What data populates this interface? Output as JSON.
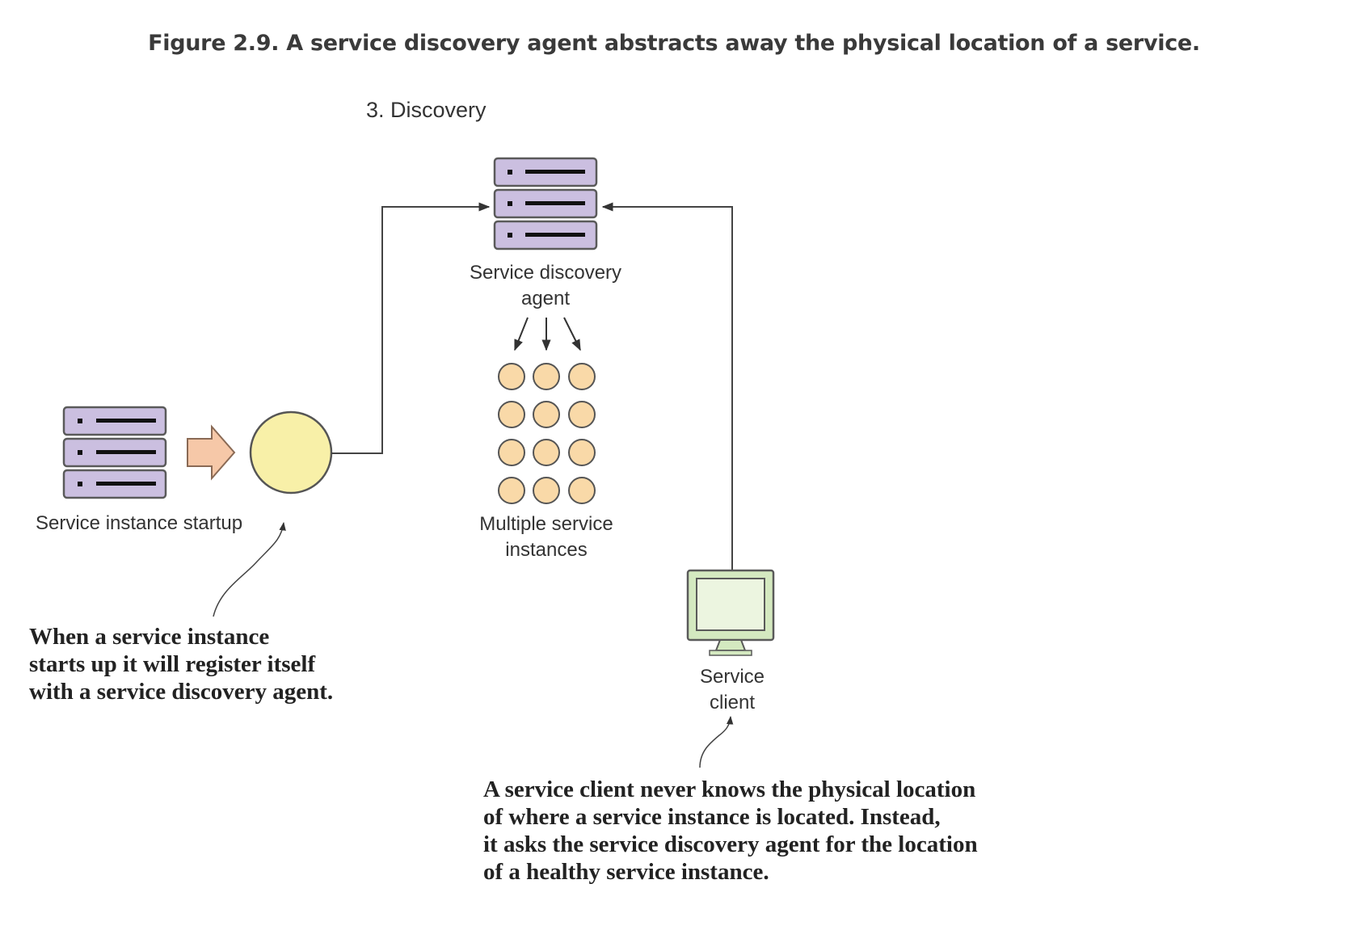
{
  "figure": {
    "caption": "Figure 2.9. A service discovery agent abstracts away the physical location of a service."
  },
  "labels": {
    "discovery_step": "3. Discovery",
    "agent_line1": "Service discovery",
    "agent_line2": "agent",
    "instances_line1": "Multiple service",
    "instances_line2": "instances",
    "startup": "Service instance startup",
    "client_line1": "Service",
    "client_line2": "client"
  },
  "notes": {
    "registration": [
      "When a service instance",
      "starts up it will register itself",
      "with a service discovery agent."
    ],
    "client": [
      "A service client never knows the physical location",
      "of where a service instance is located. Instead,",
      "it asks the service discovery agent for the location",
      "of a healthy service instance."
    ]
  },
  "colors": {
    "server_fill": "#cbbfe0",
    "server_stroke": "#5a5a5a",
    "instance_fill": "#f9d9a8",
    "new_instance_fill": "#f8f0a8",
    "arrow_fill": "#f6c8a8",
    "monitor_fill": "#d4e9c0",
    "line": "#444444"
  },
  "icons": {
    "agent": "server-stack-icon",
    "startup_server": "server-stack-icon",
    "startup_arrow": "block-arrow-icon",
    "new_instance": "circle-icon",
    "client": "monitor-icon"
  }
}
